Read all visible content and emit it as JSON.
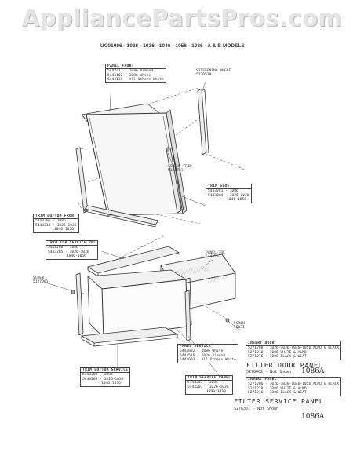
{
  "watermark": "AppliancePartsPros.com",
  "models_title": "UC01006 - 1026 - 1036 - 1046 - 1056 - 1086 - A & B MODELS",
  "callouts": {
    "panel_front": {
      "heading": "PANEL FRONT",
      "lines": [
        "5443117 - 1086 Almond",
        "5443102 - 1086 White",
        "5443119 - All Others White"
      ]
    },
    "stiffening_angle": {
      "lines": [
        "STIFFENING ANGLE",
        "5270539"
      ]
    },
    "screw_trim": {
      "lines": [
        "SCREW, TRIM",
        "5133701"
      ]
    },
    "trim_side": {
      "heading": "TRIM SIDE",
      "lines": [
        "5443201 - 1086",
        "5443204 - 1026-1036",
        "1046-1056"
      ]
    },
    "trim_bottom_front": {
      "heading": "TRIM BOTTOM FRONT",
      "lines": [
        "5443206 - 1086",
        "5443210 - 1026-1036",
        "1046-1056"
      ]
    },
    "trim_top_service": {
      "heading": "TRIM TOP SERVICE PNL",
      "lines": [
        "5443200 - 1086",
        "5443205 - 1026-1036",
        "1046-1056"
      ]
    },
    "panel_toe": {
      "lines": [
        "PANEL-TOE",
        "5443202"
      ]
    },
    "screw_left": {
      "lines": [
        "SCREW",
        "5127901"
      ]
    },
    "screw_right": {
      "lines": [
        "SCREW",
        "5503I"
      ]
    },
    "trim_bottom_service": {
      "heading": "TRIM BOTTOM SERVICE",
      "lines": [
        "5443203 - 1086",
        "5443209 - 1026-1036",
        "1046-1056"
      ]
    },
    "panel_service": {
      "heading": "PANEL SERVICE",
      "lines": [
        "5443002 - 1086 White",
        "5443516 - 1026 Almond",
        "5443003 - All Others White"
      ]
    },
    "trim_service_panel": {
      "heading": "TRIM SERVICE PANEL",
      "lines": [
        "5443203 - 1086",
        "5443207 - 1026-1036",
        "1046-1056"
      ]
    },
    "insert_door": {
      "heading": "INSERT DOOR",
      "lines": [
        "5271208 - 1026-1036-1046-1056 ALMD & BLACK",
        "5271218 - 1086 WHITE & ALMD",
        "5271216 - 1086 BLACK & WEAT"
      ]
    },
    "insert_panel": {
      "heading": "INSERT PANEL",
      "lines": [
        "5271206 - 1026-1036-1046-1056 ALMD & BLACK",
        "5271218 - 1086 WHITE & ALMD",
        "5271216 - 1086 BLACK & WEAT"
      ]
    }
  },
  "filter_door": {
    "title": "FILTER DOOR PANEL",
    "part": "5276002 - Not Shown",
    "code": "1086A"
  },
  "filter_service": {
    "title": "FILTER SERVICE PANEL",
    "part": "5276301 - Not Shown",
    "code": "1086A"
  }
}
